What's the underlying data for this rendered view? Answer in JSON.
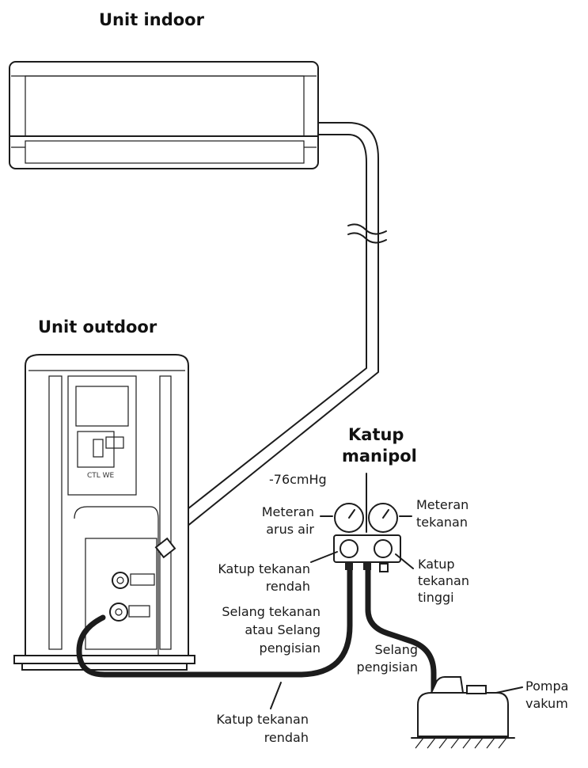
{
  "labels": {
    "indoor_title": "Unit indoor",
    "outdoor_title": "Unit outdoor",
    "manifold_title_1": "Katup",
    "manifold_title_2": "manipol",
    "pressure_reading": "-76cmHg",
    "low_gauge_1": "Meteran",
    "low_gauge_2": "arus air",
    "high_gauge_1": "Meteran",
    "high_gauge_2": "tekanan",
    "low_valve_1": "Katup tekanan",
    "low_valve_2": "rendah",
    "high_valve_1": "Katup",
    "high_valve_2": "tekanan",
    "high_valve_3": "tinggi",
    "pressure_hose_1": "Selang tekanan",
    "pressure_hose_2": "atau Selang",
    "pressure_hose_3": "pengisian",
    "charge_hose_1": "Selang",
    "charge_hose_2": "pengisian",
    "pump_1": "Pompa",
    "pump_2": "vakum",
    "service_valve_1": "Katup tekanan",
    "service_valve_2": "rendah"
  }
}
